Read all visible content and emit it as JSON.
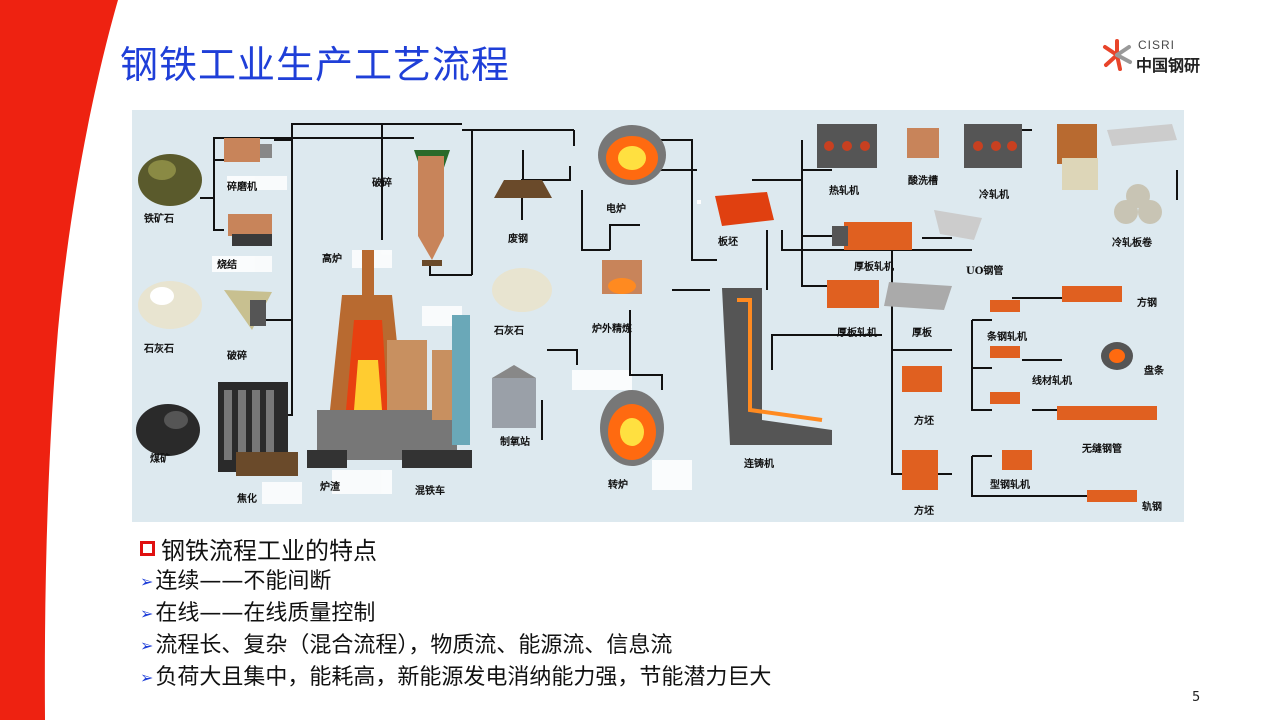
{
  "title": "钢铁工业生产工艺流程",
  "logo": {
    "en": "CISRI",
    "cn": "中国钢研"
  },
  "diagram": {
    "labels": {
      "iron_ore": "铁矿石",
      "crusher1": "碎磨机",
      "sinter": "烧结",
      "limestone1": "石灰石",
      "crusher2": "破碎",
      "coal": "煤矿",
      "coking": "焦化",
      "blast_furnace": "高炉",
      "crushing": "破碎",
      "scrap": "废钢",
      "limestone2": "石灰石",
      "oxygen": "制氧站",
      "slag": "炉渣",
      "torpedo": "混铁车",
      "eaf": "电炉",
      "ladle": "炉外精炼",
      "bof": "转炉",
      "caster": "连铸机",
      "slab": "板坯",
      "hot_mill": "热轧机",
      "pickling": "酸洗槽",
      "cold_mill": "冷轧机",
      "cold_coil": "冷轧板卷",
      "plate_mill1": "厚板轧机",
      "uo_pipe": "UO钢管",
      "plate_mill2": "厚板轧机",
      "plate": "厚板",
      "billet1": "方坯",
      "bar_mill": "条钢轧机",
      "square_steel": "方钢",
      "wire_mill": "线材轧机",
      "wire_coil": "盘条",
      "seamless": "无缝钢管",
      "billet2": "方坯",
      "section_mill": "型钢轧机",
      "rail": "轨钢"
    }
  },
  "section_heading": "钢铁流程工业的特点",
  "bullets": [
    "连续——不能间断",
    "在线——在线质量控制",
    "流程长、复杂（混合流程），物质流、能源流、信息流",
    "负荷大且集中，能耗高，新能源发电消纳能力强，节能潜力巨大"
  ],
  "page_number": "5",
  "colors": {
    "accent_red": "#e01010",
    "title_blue": "#1f3fd8",
    "diagram_bg": "#dde9ef"
  }
}
